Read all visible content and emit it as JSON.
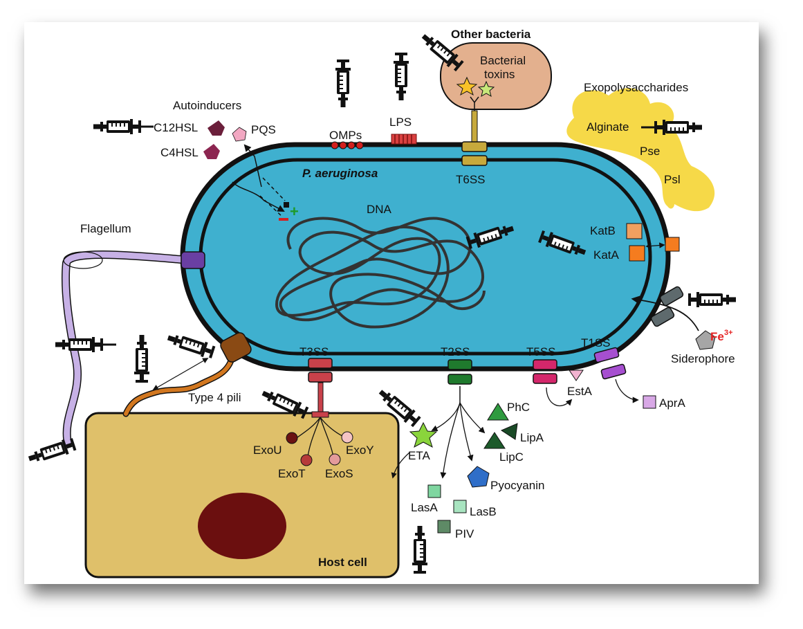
{
  "labels": {
    "organism": "P. aeruginosa",
    "dna": "DNA",
    "autoinducers": "Autoinducers",
    "c12hsl": "C12HSL",
    "c4hsl": "C4HSL",
    "pqs": "PQS",
    "omps": "OMPs",
    "lps": "LPS",
    "t6ss": "T6SS",
    "other_bacteria": "Other bacteria",
    "bacterial_toxins_1": "Bacterial",
    "bacterial_toxins_2": "toxins",
    "exopolysaccharides": "Exopolysaccharides",
    "alginate": "Alginate",
    "pse": "Pse",
    "psl": "Psl",
    "katb": "KatB",
    "kata": "KatA",
    "flagellum": "Flagellum",
    "type4pili": "Type 4 pili",
    "t3ss": "T3SS",
    "t2ss": "T2SS",
    "t5ss": "T5SS",
    "t1ss": "T1SS",
    "esta": "EstA",
    "apra": "AprA",
    "fe": "Fe",
    "fe_charge": "3+",
    "siderophore": "Siderophore",
    "exou": "ExoU",
    "exot": "ExoT",
    "exoy": "ExoY",
    "exos": "ExoS",
    "eta": "ETA",
    "phc": "PhC",
    "lipa": "LipA",
    "lipc": "LipC",
    "pyocyanin": "Pyocyanin",
    "lasa": "LasA",
    "lasb": "LasB",
    "piv": "PIV",
    "host_cell": "Host cell"
  },
  "colors": {
    "cell_fill": "#3fb0cf",
    "membrane": "#111111",
    "host_fill": "#dfc06a",
    "nucleus": "#6b0f0f",
    "eps": "#f6d948",
    "other_bacteria_fill": "#e3b08e",
    "t6ss": "#c7a93c",
    "t3ss": "#c9414a",
    "t2ss": "#1f7a2d",
    "t5ss": "#d4276b",
    "t1ss": "#a64fd0",
    "flagellum": "#c7b1e6",
    "flagellum_motor": "#6a3fa3",
    "pili": "#d2771f",
    "pili_base": "#8a4a14",
    "katb": "#f0a060",
    "kata": "#f57c1f",
    "fe_text": "#e52222",
    "plus": "#1e9a2a",
    "minus": "#d62020"
  },
  "icons": [
    "syringe-icon",
    "star-icon",
    "pentagon-icon",
    "triangle-icon",
    "square-icon",
    "circle-icon"
  ]
}
